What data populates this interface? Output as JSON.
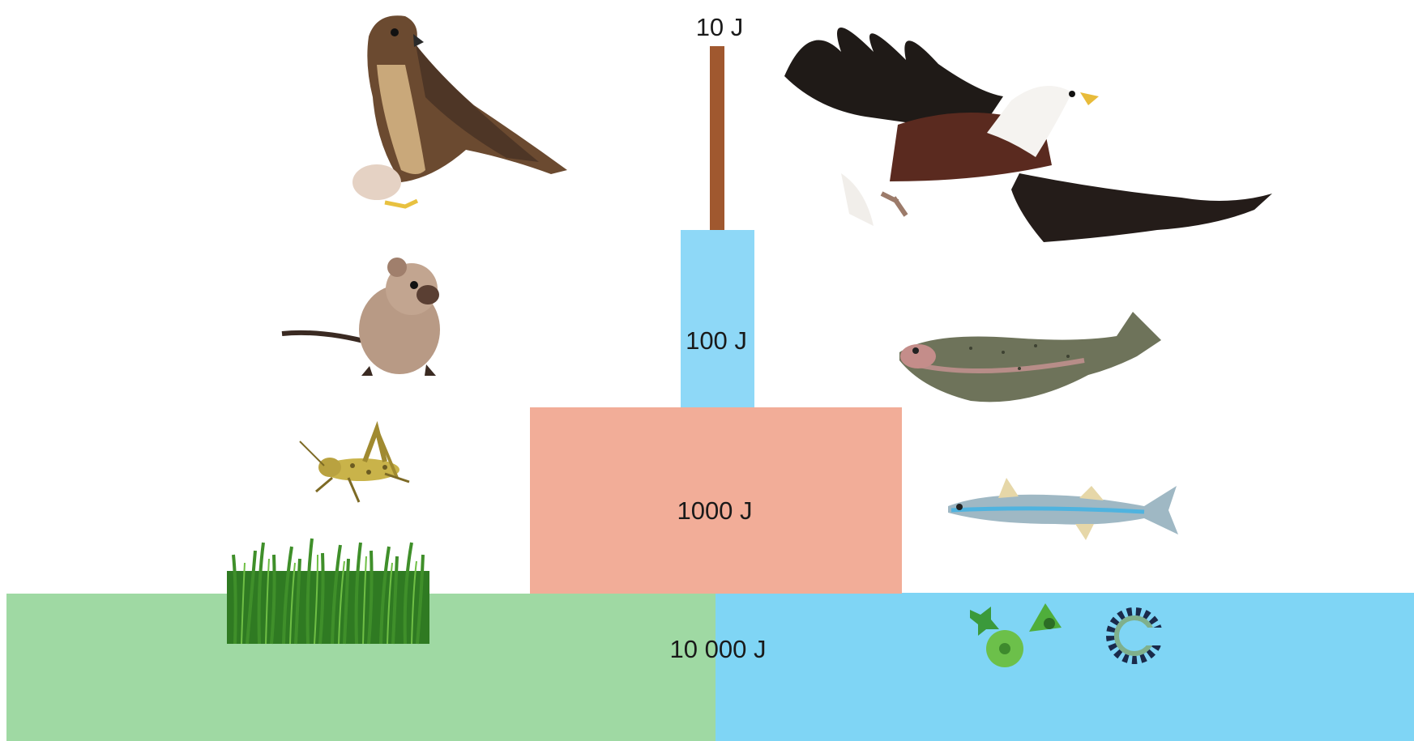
{
  "pyramid": {
    "levels": [
      {
        "label": "10 000 J",
        "energy_joules": 10000,
        "colors": [
          "#9fd9a3",
          "#7fd5f5"
        ]
      },
      {
        "label": "1000 J",
        "energy_joules": 1000,
        "color": "#f2ad98"
      },
      {
        "label": "100 J",
        "energy_joules": 100,
        "color": "#8ed8f7"
      },
      {
        "label": "10 J",
        "energy_joules": 10,
        "color": "#a0582f"
      }
    ]
  },
  "terrestrial_chain": [
    "grass",
    "grasshopper",
    "mouse",
    "falcon"
  ],
  "aquatic_chain": [
    "phytoplankton",
    "small fish",
    "trout",
    "fish eagle"
  ]
}
